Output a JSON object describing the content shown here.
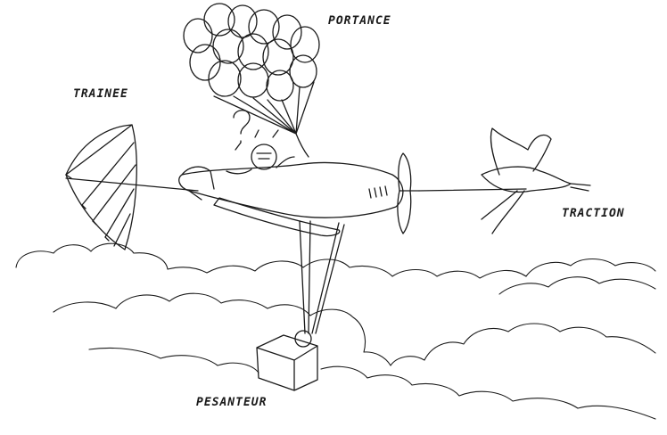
{
  "labels": {
    "portance": "PORTANCE",
    "trainee": "TRAINEE",
    "traction": "TRACTION",
    "pesanteur": "PESANTEUR"
  },
  "colors": {
    "ink": "#1a1a1a",
    "paper": "#ffffff"
  },
  "icons": {
    "lift": "balloons",
    "drag": "parachute",
    "thrust": "bird",
    "weight": "hanging-box"
  }
}
